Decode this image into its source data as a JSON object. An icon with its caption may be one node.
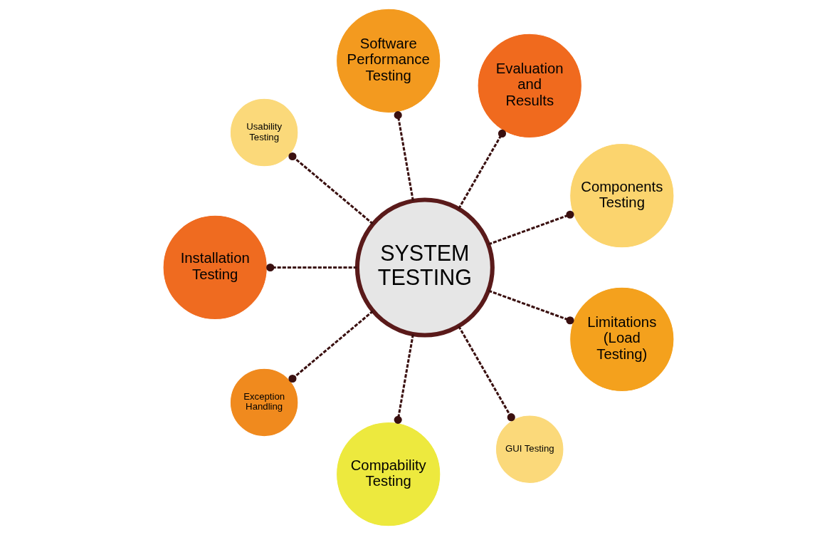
{
  "diagram": {
    "nodes": [
      {
        "text": [
          "SYSTEM TESTING"
        ]
      },
      {
        "text": [
          "Components Testing"
        ]
      },
      {
        "text": [
          "Evaluation and Results"
        ]
      },
      {
        "text": [
          "Software Performance Testing"
        ]
      },
      {
        "text": [
          "Usability Testing"
        ]
      },
      {
        "text": [
          "Installation Testing"
        ]
      },
      {
        "text": [
          "Exception Handling"
        ]
      },
      {
        "text": [
          "Compability Testing"
        ]
      },
      {
        "text": [
          "GUI Testing"
        ]
      },
      {
        "text": [
          "Limitations",
          "(Load Testing)"
        ]
      }
    ],
    "edges": [
      {
        "from": 0,
        "to": 1,
        "arrow": "other",
        "style": "dashed"
      },
      {
        "from": 0,
        "to": 2,
        "arrow": "other",
        "style": "dashed"
      },
      {
        "from": 0,
        "to": 3,
        "arrow": "other",
        "style": "dashed"
      },
      {
        "from": 0,
        "to": 4,
        "arrow": "other",
        "style": "dashed"
      },
      {
        "from": 0,
        "to": 5,
        "arrow": "other",
        "style": "dashed"
      },
      {
        "from": 0,
        "to": 6,
        "arrow": "other",
        "style": "dashed"
      },
      {
        "from": 0,
        "to": 7,
        "arrow": "other",
        "style": "dashed"
      },
      {
        "from": 0,
        "to": 8,
        "arrow": "other",
        "style": "dashed"
      },
      {
        "from": 0,
        "to": 9,
        "arrow": "other",
        "style": "dashed"
      }
    ]
  }
}
